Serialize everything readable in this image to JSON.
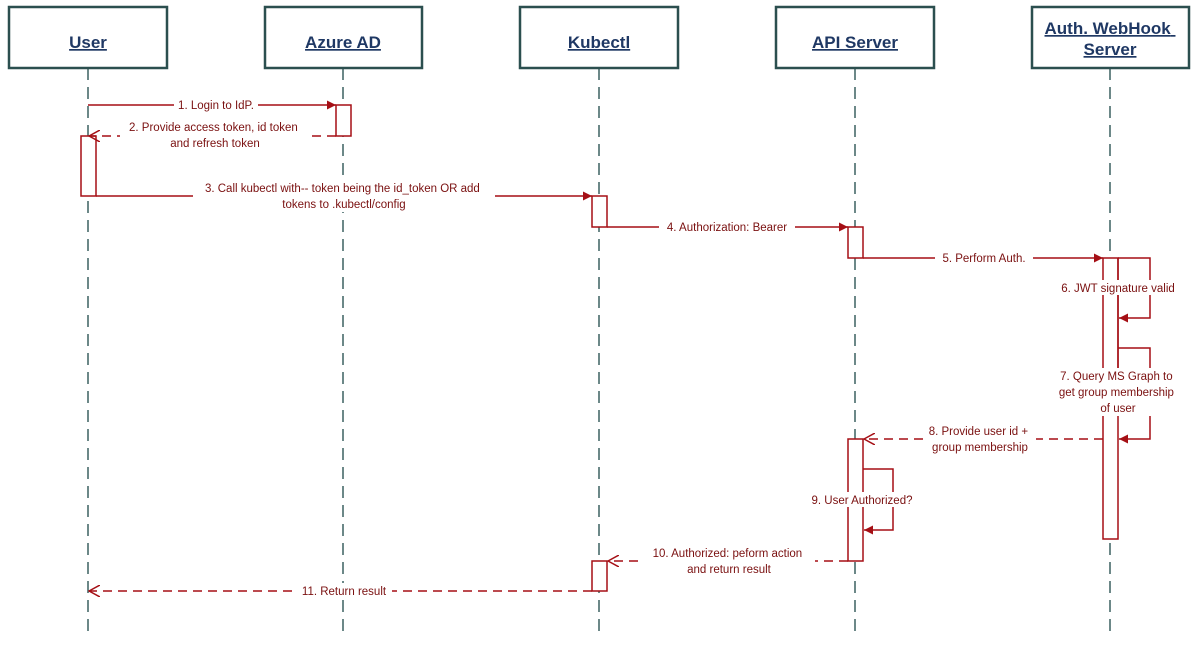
{
  "actors": [
    {
      "id": "user",
      "label_lines": [
        "User"
      ]
    },
    {
      "id": "azure",
      "label_lines": [
        "Azure AD"
      ]
    },
    {
      "id": "kubectl",
      "label_lines": [
        "Kubectl"
      ]
    },
    {
      "id": "api",
      "label_lines": [
        "API Server"
      ]
    },
    {
      "id": "webhook",
      "label_lines": [
        "Auth. WebHook",
        "Server"
      ]
    }
  ],
  "messages": [
    {
      "id": "m1",
      "label_lines": [
        "1. Login to IdP."
      ]
    },
    {
      "id": "m2",
      "label_lines": [
        "2. Provide access token, id token",
        "and refresh token"
      ]
    },
    {
      "id": "m3",
      "label_lines": [
        "3. Call kubectl with-- token being the id_token OR add",
        "tokens to .kubectl/config"
      ]
    },
    {
      "id": "m4",
      "label_lines": [
        "4. Authorization: Bearer"
      ]
    },
    {
      "id": "m5",
      "label_lines": [
        "5. Perform Auth."
      ]
    },
    {
      "id": "m6",
      "label_lines": [
        "6. JWT signature valid"
      ]
    },
    {
      "id": "m7",
      "label_lines": [
        "7. Query MS Graph to",
        "get group membership",
        "of user"
      ]
    },
    {
      "id": "m8",
      "label_lines": [
        "8. Provide user id +",
        "group membership"
      ]
    },
    {
      "id": "m9",
      "label_lines": [
        "9. User Authorized?"
      ]
    },
    {
      "id": "m10",
      "label_lines": [
        "10. Authorized: peform action",
        "and return result"
      ]
    },
    {
      "id": "m11",
      "label_lines": [
        "11. Return result"
      ]
    }
  ],
  "colors": {
    "message": "#a50f15",
    "actor_border": "#2b4f4f",
    "actor_text": "#1f3864",
    "lifeline": "#3c6060"
  }
}
